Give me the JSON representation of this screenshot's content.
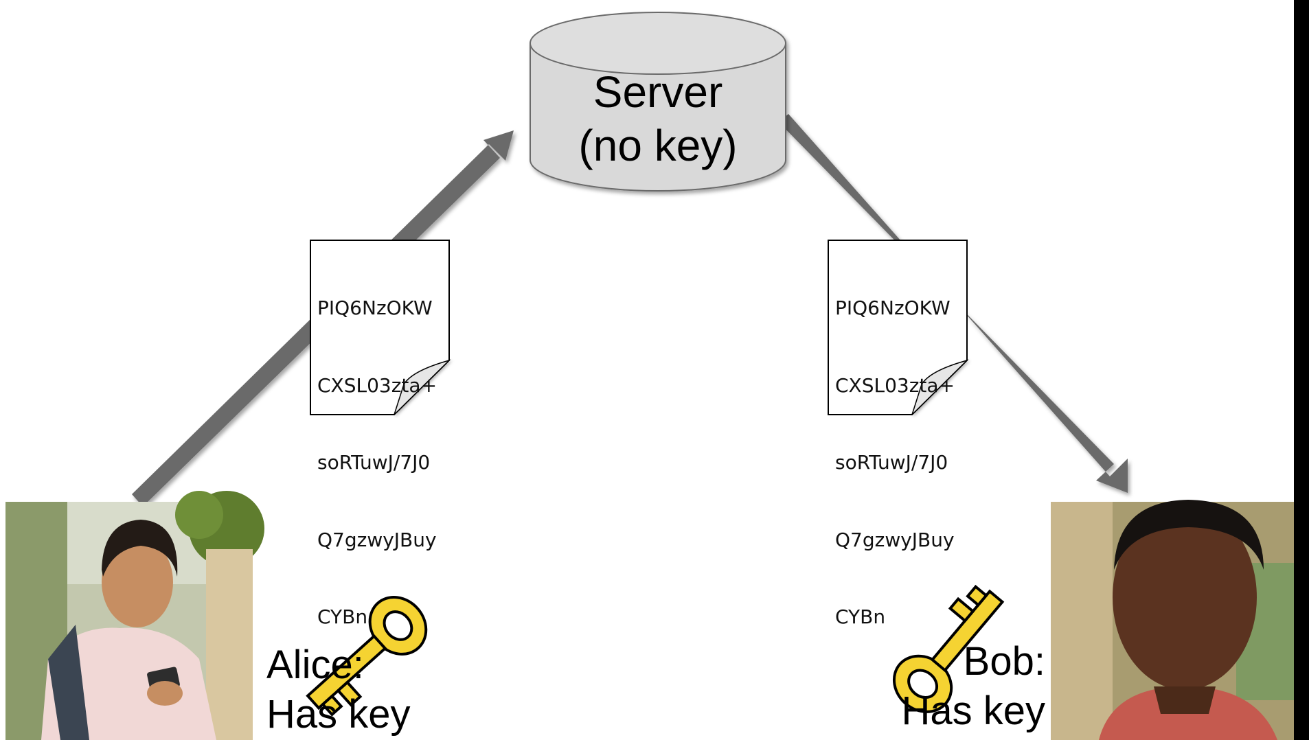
{
  "server": {
    "label_line1": "Server",
    "label_line2": "(no key)",
    "fill_color": "#d9d9d9"
  },
  "arrow_color": "#6b6b6b",
  "ciphertext": {
    "lines": [
      "PIQ6NzOKW",
      "CXSL03zta+",
      "soRTuwJ/7J0",
      "Q7gzwyJBuy",
      "CYBn"
    ]
  },
  "alice": {
    "label_line1": "Alice:",
    "label_line2": "Has key",
    "photo_icon": "woman-texting-photo",
    "key_icon": "gold-key-icon"
  },
  "bob": {
    "label_line1": "Bob:",
    "label_line2": "Has key",
    "photo_icon": "young-man-photo",
    "key_icon": "gold-key-icon"
  },
  "key_color": "#f5d332"
}
